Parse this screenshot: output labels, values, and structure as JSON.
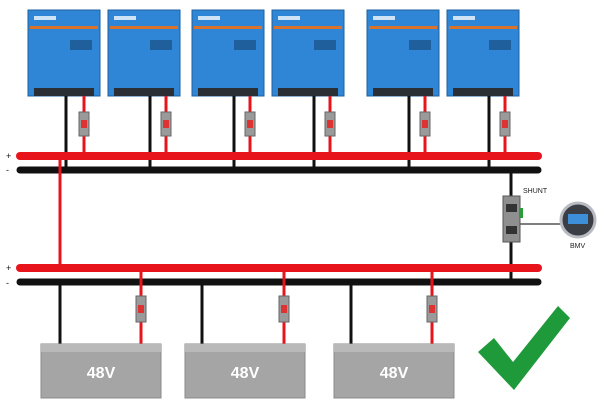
{
  "diagram": {
    "inverters": [
      {
        "id": "inverter-1"
      },
      {
        "id": "inverter-2"
      },
      {
        "id": "inverter-3"
      },
      {
        "id": "inverter-4"
      },
      {
        "id": "inverter-5"
      },
      {
        "id": "inverter-6"
      }
    ],
    "shunt": {
      "label": "SHUNT"
    },
    "bmv": {
      "label": "BMV"
    },
    "batteries": [
      {
        "label": "48V"
      },
      {
        "label": "48V"
      },
      {
        "label": "48V"
      }
    ],
    "bus_labels": {
      "pos": "+",
      "neg": "-"
    },
    "status": {
      "icon": "checkmark-icon",
      "meaning": "correct"
    },
    "colors": {
      "positive": "#e8141c",
      "negative": "#111111",
      "inverter": "#2f86d6",
      "battery": "#a5a5a5",
      "check": "#1f9a3b"
    }
  }
}
